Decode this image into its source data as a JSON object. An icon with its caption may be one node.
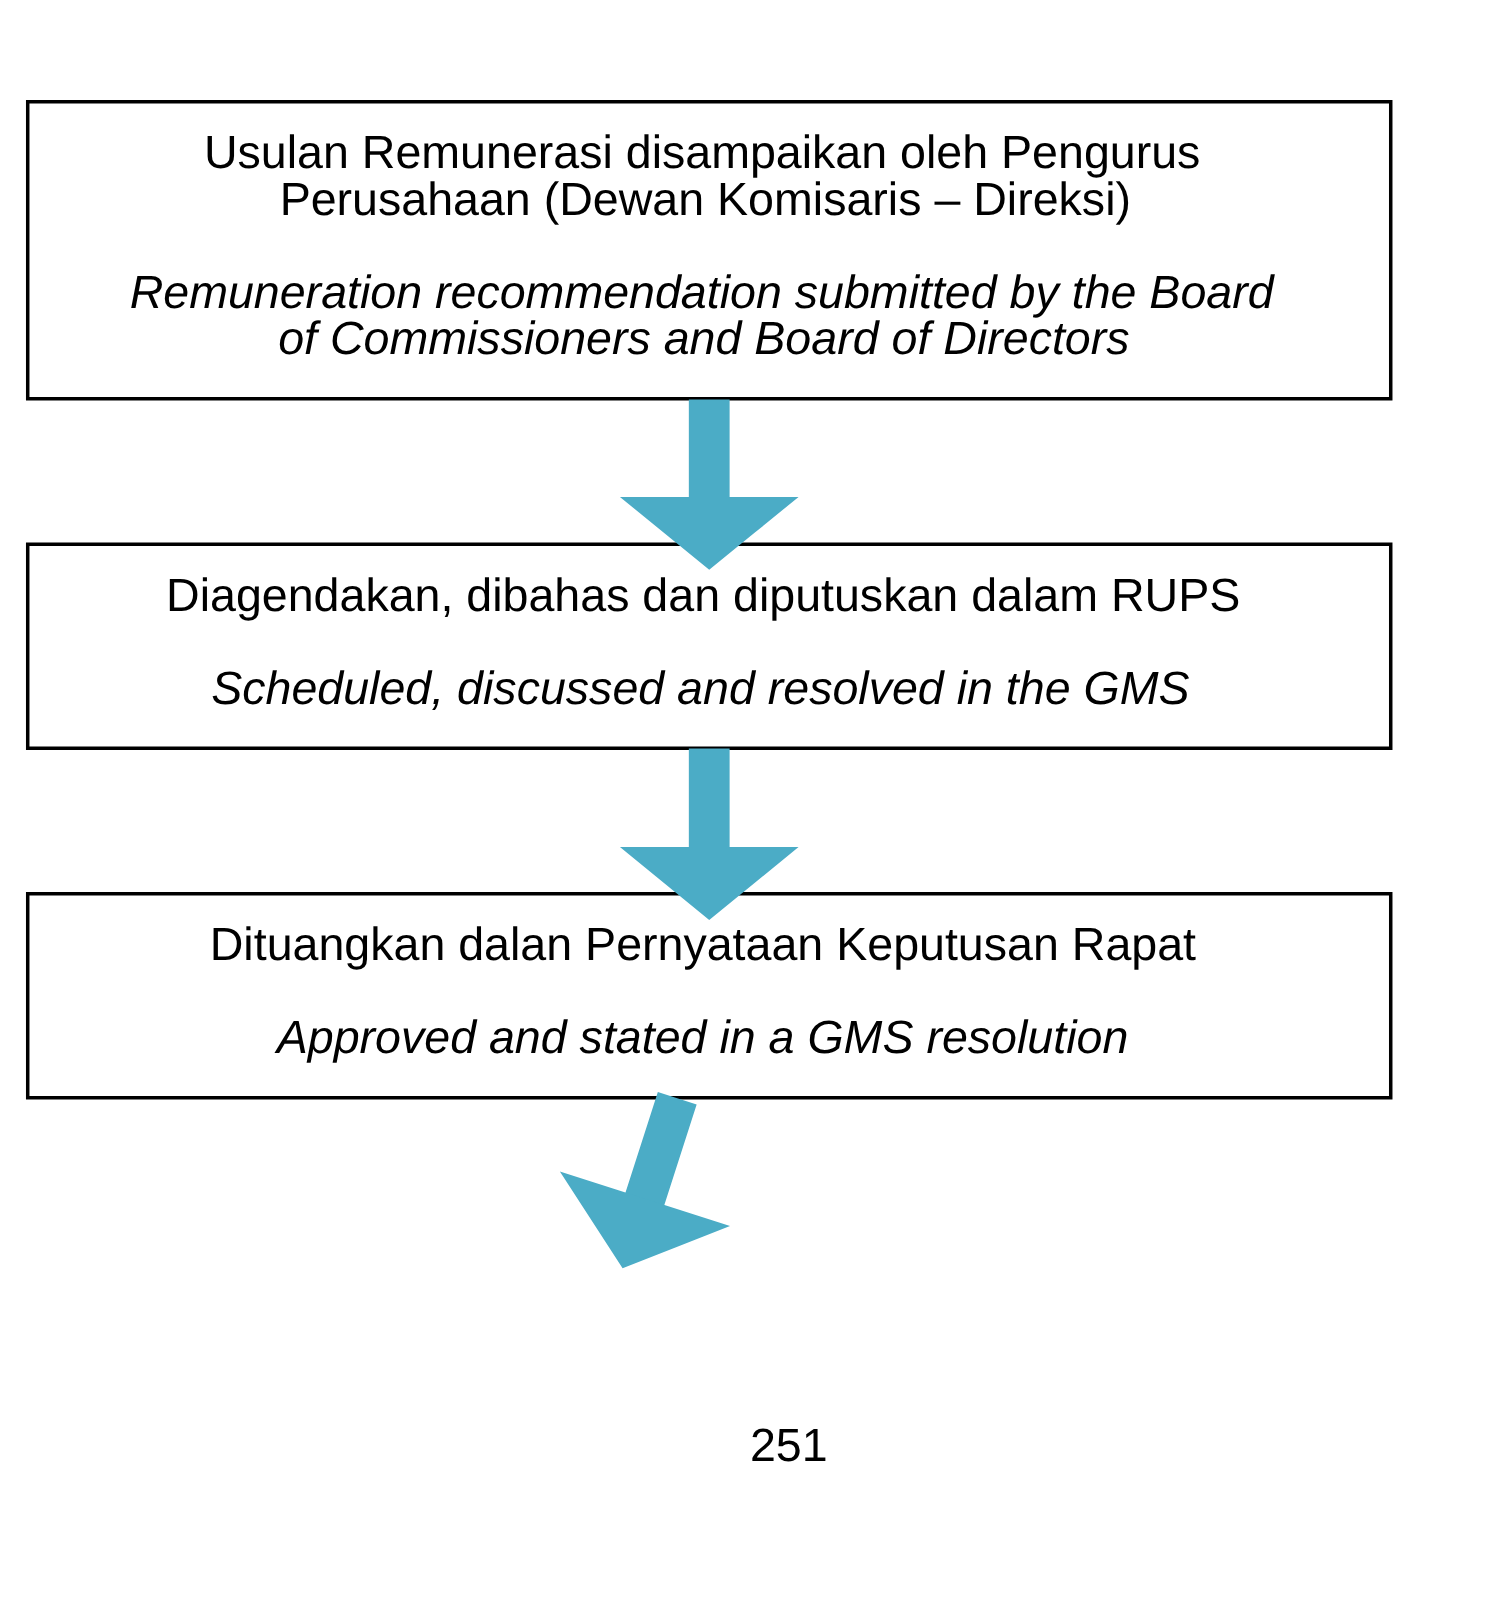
{
  "diagram": {
    "nodes": [
      {
        "text": [
          "Usulan Remunerasi disampaikan oleh Pengurus Perusahaan (Dewan Komisaris – Direksi)",
          "Remuneration recommendation submitted by the Board of Commissioners and Board of Directors"
        ]
      },
      {
        "text": [
          "Diagendakan, dibahas dan diputuskan dalam RUPS",
          "Scheduled, discussed and resolved in the GMS"
        ]
      },
      {
        "text": [
          "Dituangkan dalan Pernyataan Keputusan Rapat",
          "Approved and stated in a GMS resolution"
        ]
      }
    ],
    "edges": [
      {
        "from": 0,
        "to": 1,
        "arrow": "to"
      },
      {
        "from": 1,
        "to": 2,
        "arrow": "to"
      },
      {
        "from": 2,
        "to": null,
        "arrow": "to"
      }
    ],
    "labels": [
      "251"
    ]
  }
}
